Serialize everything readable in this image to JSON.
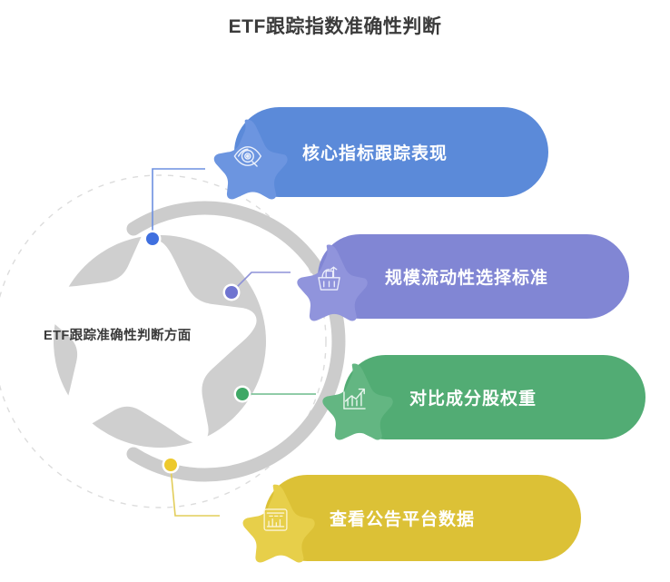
{
  "page": {
    "title": "ETF跟踪指数准确性判断",
    "background": "#ffffff",
    "title_color": "#3b3b3b"
  },
  "center": {
    "label": "ETF跟踪准确性判断方面",
    "disc_color": "#cfcfcf",
    "arc_color": "#cccccc",
    "dashed_ring_color": "#d8d8d8",
    "star_cutout_color": "#ffffff"
  },
  "chart_data": {
    "type": "diagram",
    "title": "ETF跟踪指数准确性判断",
    "center_label": "ETF跟踪准确性判断方面",
    "layout": "radial-arc-with-4-branch-pills",
    "items": [
      {
        "index": 1,
        "label": "核心指标跟踪表现",
        "icon": "eye-icon",
        "color": "#5b8ad9",
        "star_color": "#6c95e0",
        "dot_color": "#3f6fdf"
      },
      {
        "index": 2,
        "label": "规模流动性选择标准",
        "icon": "shopping-basket-icon",
        "color": "#8186d4",
        "star_color": "#9094dc",
        "dot_color": "#6f74d0"
      },
      {
        "index": 3,
        "label": "对比成分股权重",
        "icon": "bar-chart-growth-icon",
        "color": "#52ac74",
        "star_color": "#63b682",
        "dot_color": "#3fa866"
      },
      {
        "index": 4,
        "label": "查看公告平台数据",
        "icon": "report-document-icon",
        "color": "#dcc136",
        "star_color": "#e7cf4a",
        "dot_color": "#edc92c"
      }
    ]
  }
}
